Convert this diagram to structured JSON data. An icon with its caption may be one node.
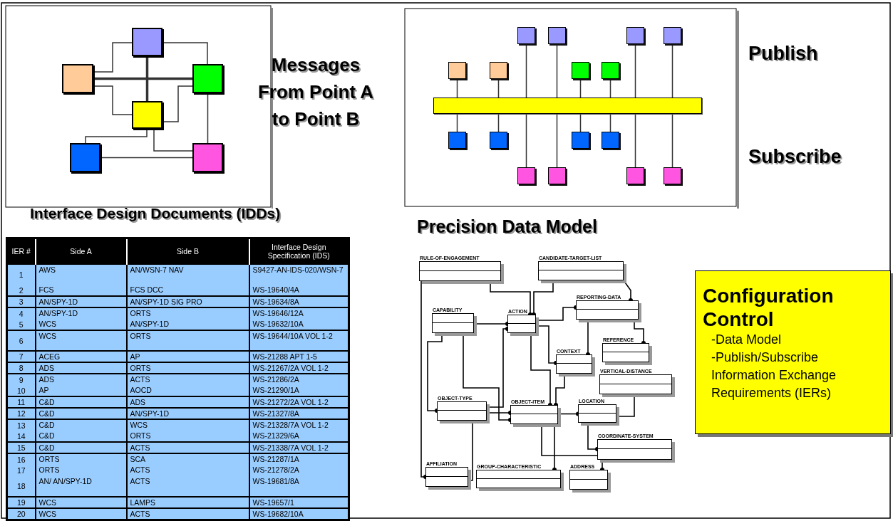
{
  "diagram": {
    "nodes": [
      {
        "text": [],
        "shape": "box"
      },
      {
        "text": [],
        "shape": "box"
      },
      {
        "text": [],
        "shape": "box"
      },
      {
        "text": [],
        "shape": "box"
      },
      {
        "text": [],
        "shape": "box"
      },
      {
        "text": [],
        "shape": "box"
      },
      {
        "text": [],
        "shape": "box"
      },
      {
        "text": [],
        "shape": "box"
      },
      {
        "text": [],
        "shape": "box"
      },
      {
        "text": [],
        "shape": "box"
      },
      {
        "text": [],
        "shape": "box"
      },
      {
        "text": [],
        "shape": "box"
      },
      {
        "text": [],
        "shape": "box"
      },
      {
        "text": [],
        "shape": "box"
      },
      {
        "text": [],
        "shape": "bar"
      },
      {
        "text": [],
        "shape": "box"
      },
      {
        "text": [],
        "shape": "box"
      },
      {
        "text": [],
        "shape": "box"
      },
      {
        "text": [],
        "shape": "box"
      },
      {
        "text": [],
        "shape": "box"
      },
      {
        "text": [],
        "shape": "box"
      },
      {
        "text": [],
        "shape": "box"
      },
      {
        "text": [],
        "shape": "box"
      },
      {
        "text": [
          "RULE-OF-ENGAGEMENT"
        ]
      },
      {
        "text": [
          "CANDIDATE-TARGET-LIST"
        ]
      },
      {
        "text": [
          "CAPABILITY"
        ]
      },
      {
        "text": [
          "ACTION"
        ]
      },
      {
        "text": [
          "REPORTING-DATA"
        ]
      },
      {
        "text": [
          "CONTEXT"
        ]
      },
      {
        "text": [
          "REFERENCE"
        ]
      },
      {
        "text": [
          "VERTICAL-DISTANCE"
        ]
      },
      {
        "text": [
          "OBJECT-TYPE"
        ]
      },
      {
        "text": [
          "OBJECT-ITEM"
        ]
      },
      {
        "text": [
          "LOCATION"
        ]
      },
      {
        "text": [
          "COORDINATE-SYSTEM"
        ]
      },
      {
        "text": [
          "AFFILIATION"
        ]
      },
      {
        "text": [
          "GROUP-CHARACTERISTIC"
        ]
      },
      {
        "text": [
          "ADDRESS"
        ]
      },
      {
        "text": [
          "Configuration Control",
          "-Data Model",
          "-Publish/Subscribe Information Exchange Requirements (IERs)"
        ]
      }
    ],
    "edges": [
      {
        "from": 0,
        "to": 1,
        "arrow": "none"
      },
      {
        "from": 0,
        "to": 2,
        "arrow": "none"
      },
      {
        "from": 0,
        "to": 3,
        "arrow": "none",
        "style": "thick"
      },
      {
        "from": 1,
        "to": 2,
        "arrow": "none",
        "style": "thick"
      },
      {
        "from": 1,
        "to": 3,
        "arrow": "none"
      },
      {
        "from": 2,
        "to": 3,
        "arrow": "none"
      },
      {
        "from": 3,
        "to": 4,
        "arrow": "none"
      },
      {
        "from": 3,
        "to": 5,
        "arrow": "none"
      },
      {
        "from": 2,
        "to": 5,
        "arrow": "none"
      },
      {
        "from": 4,
        "to": 5,
        "arrow": "none"
      },
      {
        "from": 6,
        "to": 14,
        "arrow": "none"
      },
      {
        "from": 7,
        "to": 14,
        "arrow": "none"
      },
      {
        "from": 8,
        "to": 14,
        "arrow": "none"
      },
      {
        "from": 9,
        "to": 14,
        "arrow": "none"
      },
      {
        "from": 10,
        "to": 14,
        "arrow": "none"
      },
      {
        "from": 11,
        "to": 14,
        "arrow": "none"
      },
      {
        "from": 12,
        "to": 14,
        "arrow": "none"
      },
      {
        "from": 13,
        "to": 14,
        "arrow": "none"
      },
      {
        "from": 14,
        "to": 15,
        "arrow": "none"
      },
      {
        "from": 14,
        "to": 16,
        "arrow": "none"
      },
      {
        "from": 14,
        "to": 17,
        "arrow": "none"
      },
      {
        "from": 14,
        "to": 18,
        "arrow": "none"
      },
      {
        "from": 14,
        "to": 19,
        "arrow": "none"
      },
      {
        "from": 14,
        "to": 20,
        "arrow": "none"
      },
      {
        "from": 14,
        "to": 21,
        "arrow": "none"
      },
      {
        "from": 14,
        "to": 22,
        "arrow": "none"
      },
      {
        "from": 23,
        "to": 26,
        "arrow": "other"
      },
      {
        "from": 24,
        "to": 26,
        "arrow": "other"
      },
      {
        "from": 24,
        "to": 27,
        "arrow": "other"
      },
      {
        "from": 25,
        "to": 26,
        "arrow": "other"
      },
      {
        "from": 26,
        "to": 27,
        "arrow": "other"
      },
      {
        "from": 26,
        "to": 28,
        "arrow": "other"
      },
      {
        "from": 27,
        "to": 28,
        "arrow": "other"
      },
      {
        "from": 27,
        "to": 29,
        "arrow": "other"
      },
      {
        "from": 25,
        "to": 31,
        "arrow": "other"
      },
      {
        "from": 25,
        "to": 32,
        "arrow": "other"
      },
      {
        "from": 26,
        "to": 32,
        "arrow": "other"
      },
      {
        "from": 28,
        "to": 32,
        "arrow": "other"
      },
      {
        "from": 31,
        "to": 32,
        "arrow": "other"
      },
      {
        "from": 32,
        "to": 33,
        "arrow": "other"
      },
      {
        "from": 33,
        "to": 30,
        "arrow": "other"
      },
      {
        "from": 33,
        "to": 34,
        "arrow": "other"
      },
      {
        "from": 23,
        "to": 35,
        "arrow": "other"
      },
      {
        "from": 31,
        "to": 35,
        "arrow": "other"
      },
      {
        "from": 32,
        "to": 36,
        "arrow": "other"
      },
      {
        "from": 32,
        "to": 37,
        "arrow": "other"
      },
      {
        "from": 31,
        "to": 26,
        "arrow": "other"
      }
    ],
    "labels": [
      "Messages From Point A to Point B",
      "Publish",
      "Subscribe",
      "Interface Design Documents (IDDs)",
      "Precision Data Model",
      "IER #",
      "Side A",
      "Side B",
      "Interface Design Specification (IDS)",
      "1",
      "AWS",
      "AN/WSN-7 NAV",
      "S9427-AN-IDS-020/WSN-7",
      "2",
      "FCS",
      "FCS DCC",
      "WS-19640/4A",
      "3",
      "AN/SPY-1D",
      "AN/SPY-1D SIG PRO",
      "WS-19634/8A",
      "4",
      "AN/SPY-1D",
      "ORTS",
      "WS-19646/12A",
      "5",
      "WCS",
      "AN/SPY-1D",
      "WS-19632/10A",
      "6",
      "WCS",
      "ORTS",
      "WS-19644/10A VOL 1-2",
      "7",
      "ACEG",
      "AP",
      "WS-21288 APT 1-5",
      "8",
      "ADS",
      "ORTS",
      "WS-21267/2A VOL 1-2",
      "9",
      "ADS",
      "ACTS",
      "WS-21286/2A",
      "10",
      "AP",
      "AOCD",
      "WS-21290/1A",
      "11",
      "C&D",
      "ADS",
      "WS-21272/2A VOL 1-2",
      "12",
      "C&D",
      "AN/SPY-1D",
      "WS-21327/8A",
      "13",
      "C&D",
      "WCS",
      "WS-21328/7A VOL 1-2",
      "14",
      "C&D",
      "ORTS",
      "WS-21329/6A",
      "15",
      "C&D",
      "ACTS",
      "WS-21338/7A VOL 1-2",
      "16",
      "ORTS",
      "SCA",
      "WS-21287/1A",
      "17",
      "ORTS",
      "ACTS",
      "WS-21278/2A",
      "18",
      "AN/ AN/SPY-1D",
      "ACTS",
      "WS-19681/8A",
      "19",
      "WCS",
      "LAMPS",
      "WS-19657/1",
      "20",
      "WCS",
      "ACTS",
      "WS-19682/10A"
    ]
  }
}
